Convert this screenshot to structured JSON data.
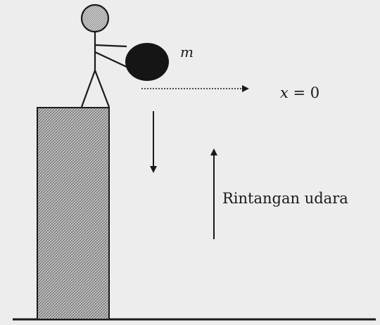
{
  "labels": {
    "mass": "m",
    "origin_var": "x",
    "origin_eq": " = 0",
    "air_resistance": "Rintangan udara"
  },
  "colors": {
    "background": "#ededed",
    "ink": "#1a1a1a",
    "tower_fill": "#9a9a9a"
  }
}
